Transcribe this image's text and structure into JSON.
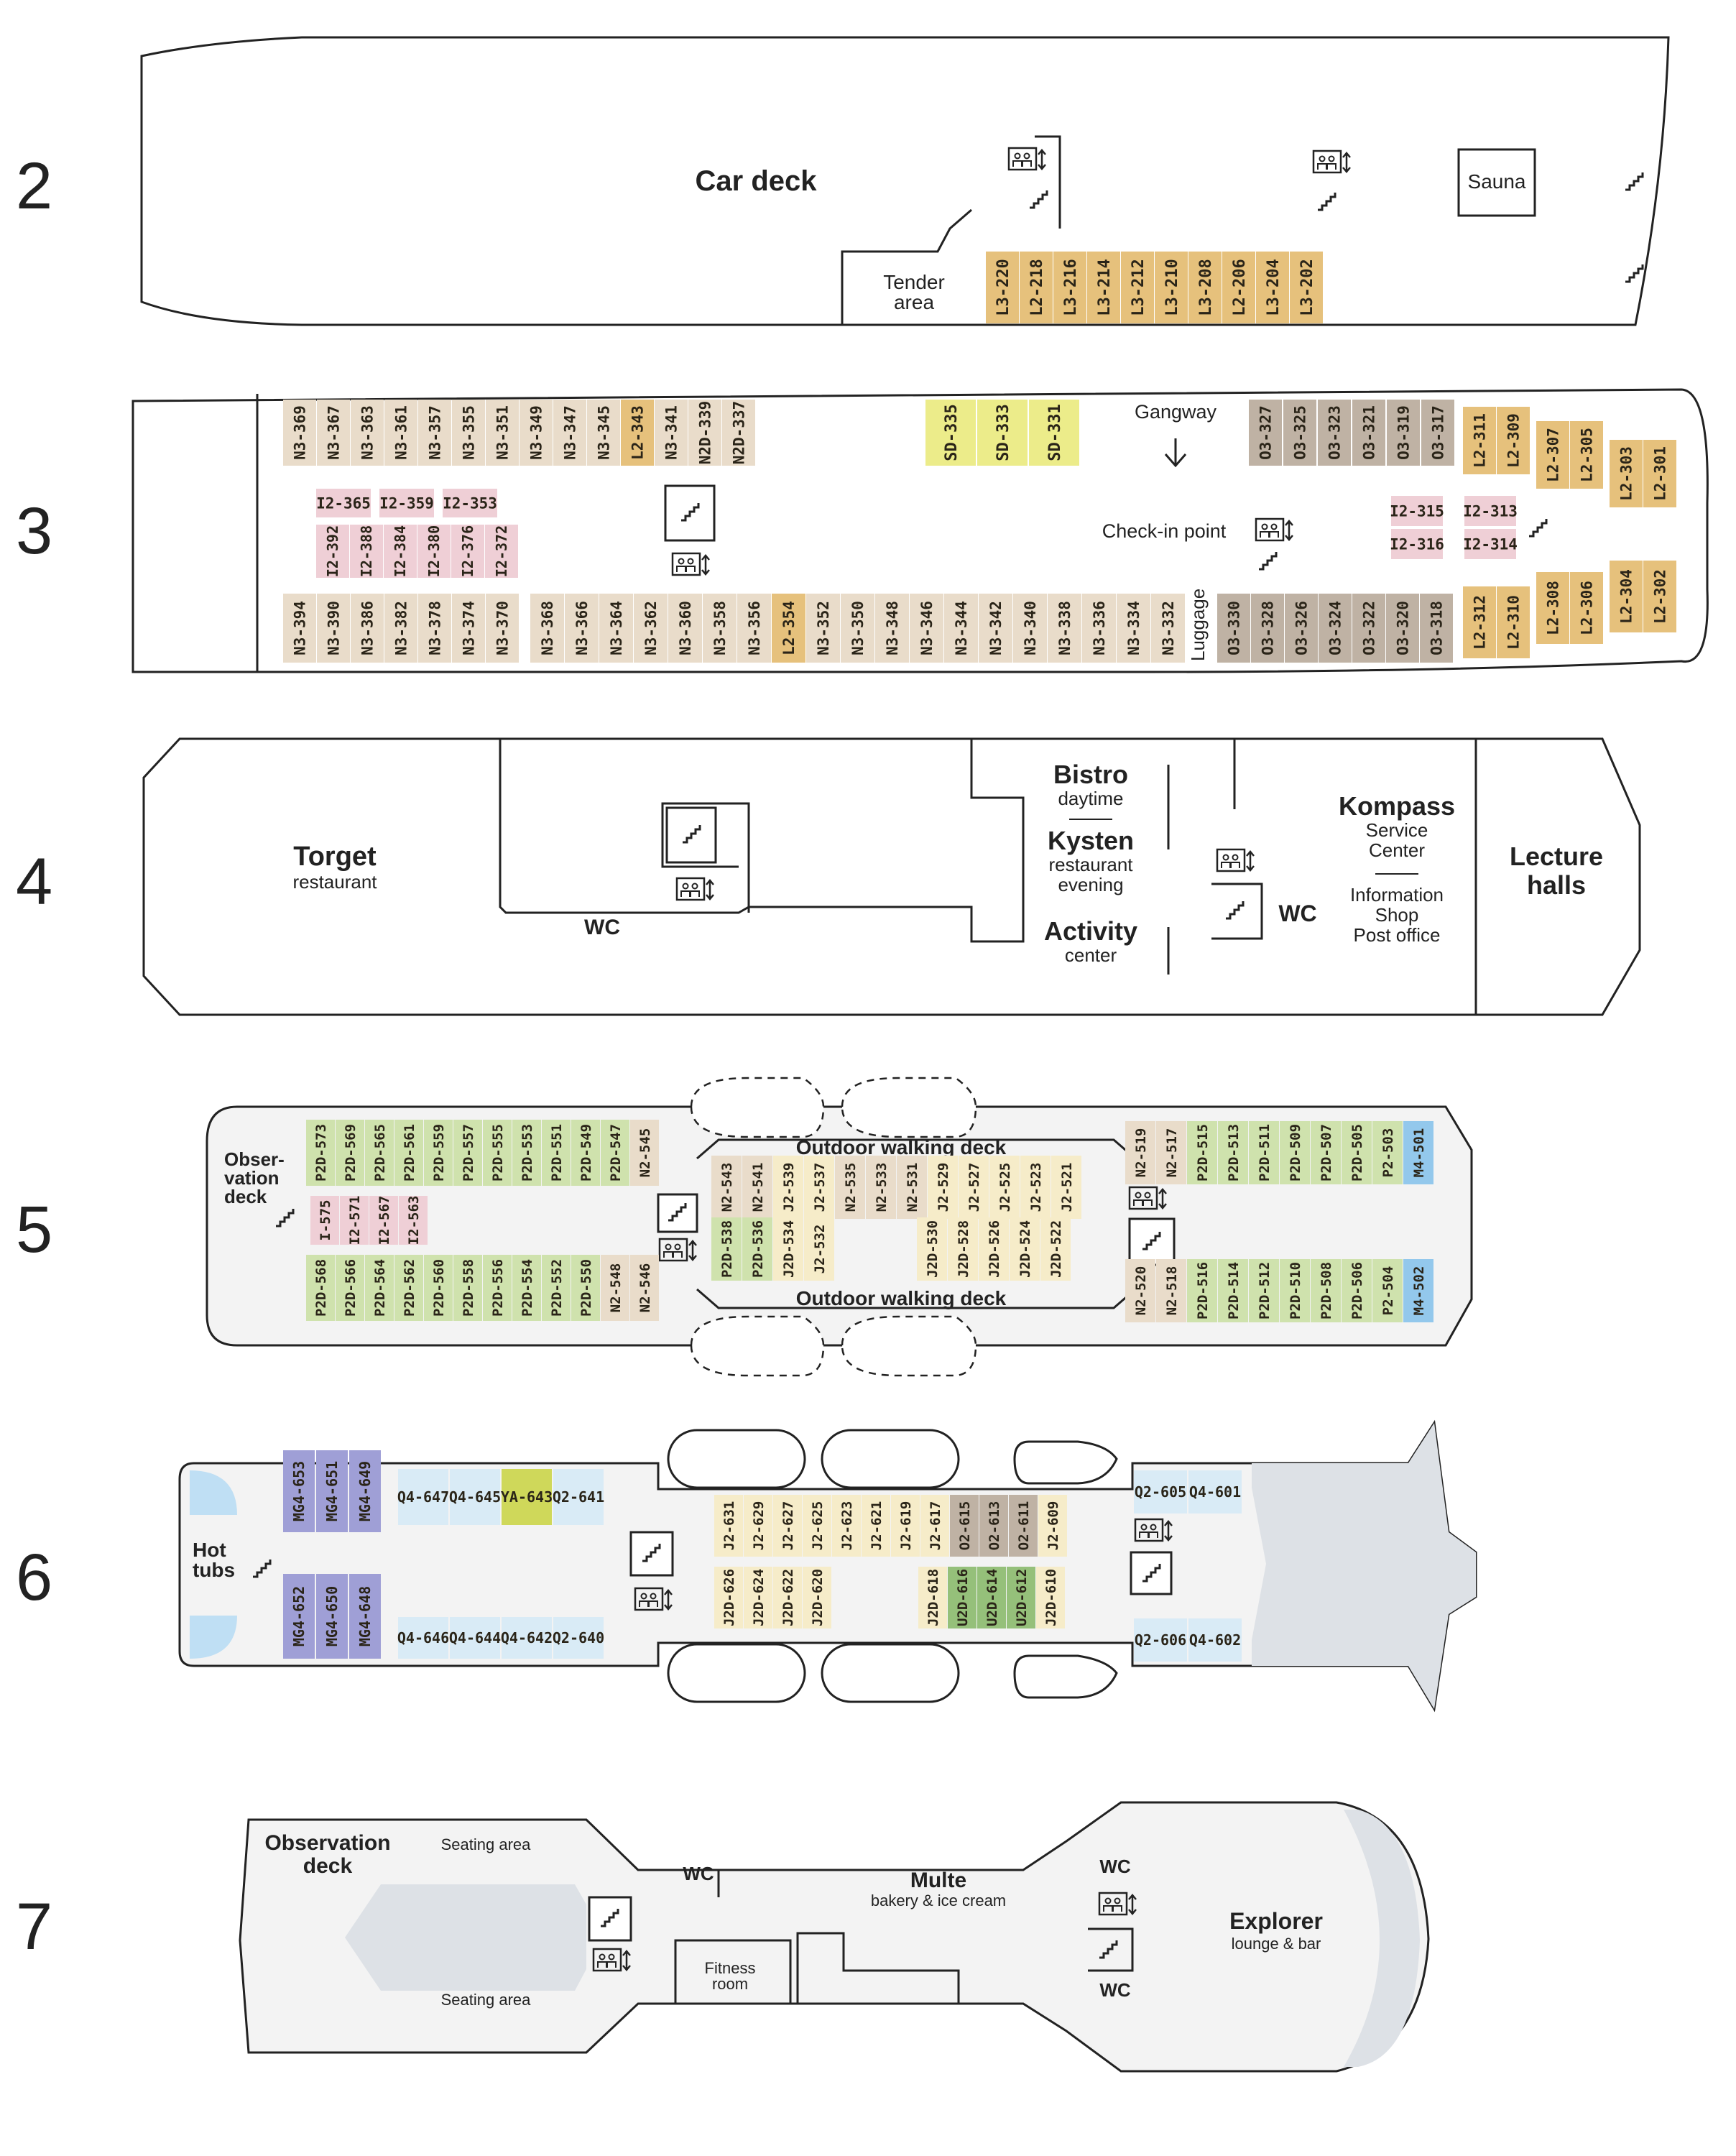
{
  "colors": {
    "N": "#e9dcca",
    "L": "#e6c17c",
    "I": "#efcfd6",
    "SD": "#ecec8a",
    "O": "#bfb2a4",
    "P": "#cfe2ad",
    "J": "#f6ecc9",
    "M": "#93c8ec",
    "MG": "#9f9fd6",
    "Q": "#d9ebf6",
    "YA": "#cfd85a",
    "U": "#95c07a",
    "deck_fill": "#f3f3f3",
    "explorer_fill": "#dde1e6",
    "outline": "#222222"
  },
  "icons": {
    "stairs": "stairs-icon",
    "elevator": "elevator-icon",
    "arrow_down": "arrow-down-icon"
  },
  "decks": [
    {
      "number": "2",
      "labels": {
        "car_deck": "Car deck",
        "tender1": "Tender",
        "tender2": "area",
        "sauna": "Sauna"
      },
      "cabins": [
        "L3-220",
        "L2-218",
        "L3-216",
        "L3-214",
        "L3-212",
        "L3-210",
        "L3-208",
        "L2-206",
        "L3-204",
        "L3-202"
      ]
    },
    {
      "number": "3",
      "labels": {
        "gangway": "Gangway",
        "checkin": "Check-in point",
        "luggage": "Luggage"
      },
      "top_row": [
        "N3-369",
        "N3-367",
        "N3-363",
        "N3-361",
        "N3-357",
        "N3-355",
        "N3-351",
        "N3-349",
        "N3-347",
        "N3-345",
        "L2-343",
        "N3-341",
        "N2D-339",
        "N2D-337"
      ],
      "sd_row": [
        "SD-335",
        "SD-333",
        "SD-331"
      ],
      "o_top": [
        "O3-327",
        "O3-325",
        "O3-323",
        "O3-321",
        "O3-319",
        "O3-317"
      ],
      "i_top": [
        "I2-365",
        "I2-359",
        "I2-353"
      ],
      "i_bottom": [
        "I2-392",
        "I2-388",
        "I2-384",
        "I2-380",
        "I2-376",
        "I2-372"
      ],
      "bottom_row_a": [
        "N3-394",
        "N3-390",
        "N3-386",
        "N3-382",
        "N3-378",
        "N3-374",
        "N3-370"
      ],
      "bottom_row_b": [
        "N3-368",
        "N3-366",
        "N3-364",
        "N3-362",
        "N3-360",
        "N3-358",
        "N3-356",
        "L2-354",
        "N3-352",
        "N3-350",
        "N3-348",
        "N3-346",
        "N3-344",
        "N3-342",
        "N3-340",
        "N3-338",
        "N3-336",
        "N3-334",
        "N3-332"
      ],
      "o_bottom": [
        "O3-330",
        "O3-328",
        "O3-326",
        "O3-324",
        "O3-322",
        "O3-320",
        "O3-318"
      ],
      "i_right": [
        "I2-315",
        "I2-316",
        "I2-313",
        "I2-314"
      ],
      "l_right_top": [
        "L2-311",
        "L2-309",
        "L2-307",
        "L2-305",
        "L2-303",
        "L2-301"
      ],
      "l_right_bottom": [
        "L2-312",
        "L2-310",
        "L2-308",
        "L2-306",
        "L2-304",
        "L2-302"
      ]
    },
    {
      "number": "4",
      "labels": {
        "torget": "Torget",
        "torget_sub": "restaurant",
        "wc1": "WC",
        "bistro": "Bistro",
        "bistro_sub": "daytime",
        "kysten": "Kysten",
        "kysten_sub1": "restaurant",
        "kysten_sub2": "evening",
        "activity": "Activity",
        "activity_sub": "center",
        "wc2": "WC",
        "kompass": "Kompass",
        "kompass_sub1": "Service",
        "kompass_sub2": "Center",
        "info1": "Information",
        "info2": "Shop",
        "info3": "Post office",
        "lecture1": "Lecture",
        "lecture2": "halls"
      }
    },
    {
      "number": "5",
      "labels": {
        "obs1": "Obser-",
        "obs2": "vation",
        "obs3": "deck",
        "walk_top": "Outdoor walking deck",
        "walk_bottom": "Outdoor walking deck"
      },
      "aft_top": [
        "P2D-573",
        "P2D-569",
        "P2D-565",
        "P2D-561",
        "P2D-559",
        "P2D-557",
        "P2D-555",
        "P2D-553",
        "P2D-551",
        "P2D-549",
        "P2D-547",
        "N2-545"
      ],
      "aft_mid": [
        "I-575",
        "I2-571",
        "I2-567",
        "I2-563"
      ],
      "aft_bottom": [
        "P2D-568",
        "P2D-566",
        "P2D-564",
        "P2D-562",
        "P2D-560",
        "P2D-558",
        "P2D-556",
        "P2D-554",
        "P2D-552",
        "P2D-550",
        "N2-548",
        "N2-546"
      ],
      "mid_top": [
        "N2-543",
        "N2-541",
        "J2-539",
        "J2-537",
        "N2-535",
        "N2-533",
        "N2-531",
        "J2-529",
        "J2-527",
        "J2-525",
        "J2-523",
        "J2-521"
      ],
      "mid_bottom_a": [
        "P2D-538",
        "P2D-536",
        "J2D-534",
        "J2-532"
      ],
      "mid_bottom_b": [
        "J2D-530",
        "J2D-528",
        "J2D-526",
        "J2D-524",
        "J2D-522"
      ],
      "fwd_top": [
        "N2-519",
        "N2-517",
        "P2D-515",
        "P2D-513",
        "P2D-511",
        "P2D-509",
        "P2D-507",
        "P2D-505",
        "P2-503",
        "M4-501"
      ],
      "fwd_bottom": [
        "N2-520",
        "N2-518",
        "P2D-516",
        "P2D-514",
        "P2D-512",
        "P2D-510",
        "P2D-508",
        "P2D-506",
        "P2-504",
        "M4-502"
      ]
    },
    {
      "number": "6",
      "labels": {
        "hot1": "Hot",
        "hot2": "tubs"
      },
      "mg_top": [
        "MG4-653",
        "MG4-651",
        "MG4-649"
      ],
      "mg_bottom": [
        "MG4-652",
        "MG4-650",
        "MG4-648"
      ],
      "q_top": [
        "Q4-647",
        "Q4-645",
        "YA-643",
        "Q2-641"
      ],
      "q_bottom": [
        "Q4-646",
        "Q4-644",
        "Q4-642",
        "Q2-640"
      ],
      "mid_top": [
        "J2-631",
        "J2-629",
        "J2-627",
        "J2-625",
        "J2-623",
        "J2-621",
        "J2-619",
        "J2-617",
        "O2-615",
        "O2-613",
        "O2-611",
        "J2-609"
      ],
      "mid_bottom_a": [
        "J2D-626",
        "J2D-624",
        "J2D-622",
        "J2D-620"
      ],
      "mid_bottom_b": [
        "J2D-618",
        "U2D-616",
        "U2D-614",
        "U2D-612",
        "J2D-610"
      ],
      "fwd_top": [
        "Q2-605",
        "Q4-601"
      ],
      "fwd_bottom": [
        "Q2-606",
        "Q4-602"
      ]
    },
    {
      "number": "7",
      "labels": {
        "obs1": "Observation",
        "obs2": "deck",
        "seat_top": "Seating area",
        "seat_bottom": "Seating area",
        "wc1": "WC",
        "multe": "Multe",
        "multe_sub": "bakery & ice cream",
        "fitness1": "Fitness",
        "fitness2": "room",
        "wc2": "WC",
        "wc3": "WC",
        "explorer": "Explorer",
        "explorer_sub": "lounge & bar"
      }
    }
  ]
}
